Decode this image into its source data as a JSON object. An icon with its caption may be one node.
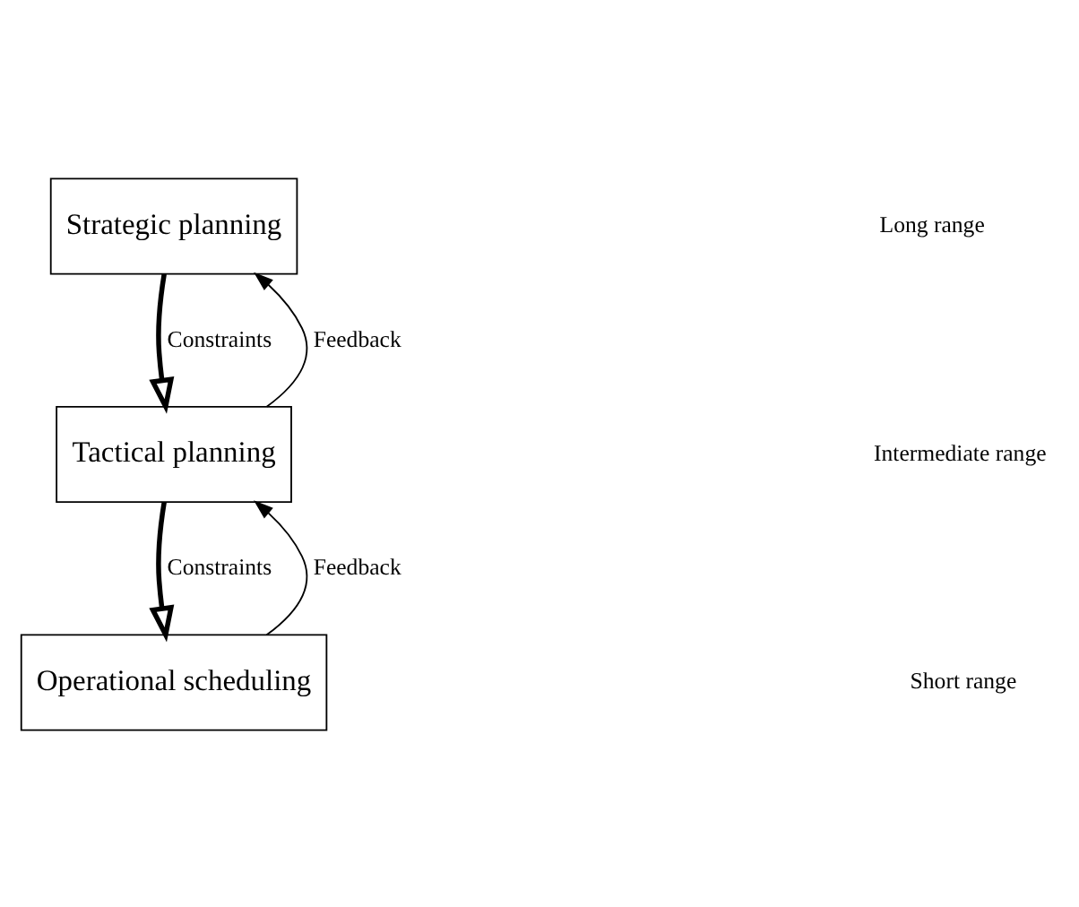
{
  "diagram": {
    "nodes": [
      {
        "text": [
          "Strategic planning"
        ]
      },
      {
        "text": [
          "Tactical planning"
        ]
      },
      {
        "text": [
          "Operational scheduling"
        ]
      }
    ],
    "edges": [
      {
        "from": 0,
        "to": 1,
        "arrow": "to",
        "label": "Constraints",
        "style": "thick"
      },
      {
        "from": 1,
        "to": 2,
        "arrow": "to",
        "label": "Constraints",
        "style": "thick"
      },
      {
        "from": 1,
        "to": 0,
        "arrow": "to",
        "label": "Feedback"
      },
      {
        "from": 2,
        "to": 1,
        "arrow": "to",
        "label": "Feedback"
      }
    ],
    "labels": [
      "Long range",
      "Intermediate range",
      "Short range"
    ]
  }
}
